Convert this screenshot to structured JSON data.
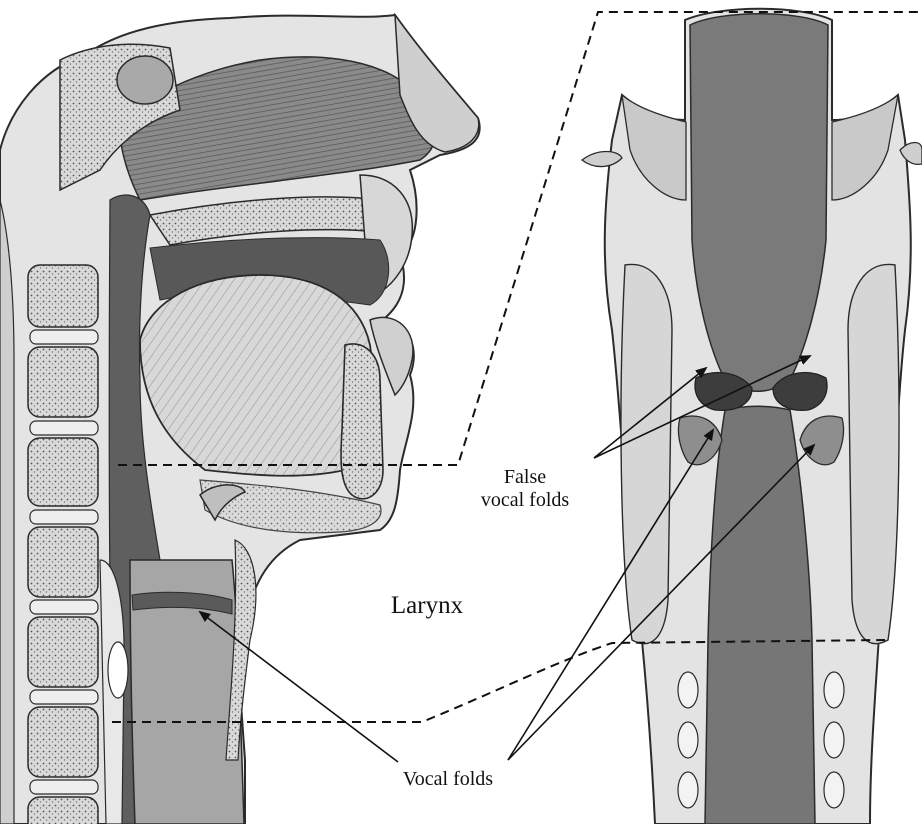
{
  "labels": {
    "larynx": "Larynx",
    "false_vocal_folds_line1": "False",
    "false_vocal_folds_line2": "vocal folds",
    "vocal_folds": "Vocal folds"
  },
  "colors": {
    "background": "#ffffff",
    "outline": "#2b2b2b",
    "tissue_light": "#e6e6e6",
    "tissue_mid": "#bdbdbd",
    "tissue_dark": "#6f6f6f",
    "cavity_dark": "#4a4a4a",
    "bone": "#d2d2d2"
  }
}
